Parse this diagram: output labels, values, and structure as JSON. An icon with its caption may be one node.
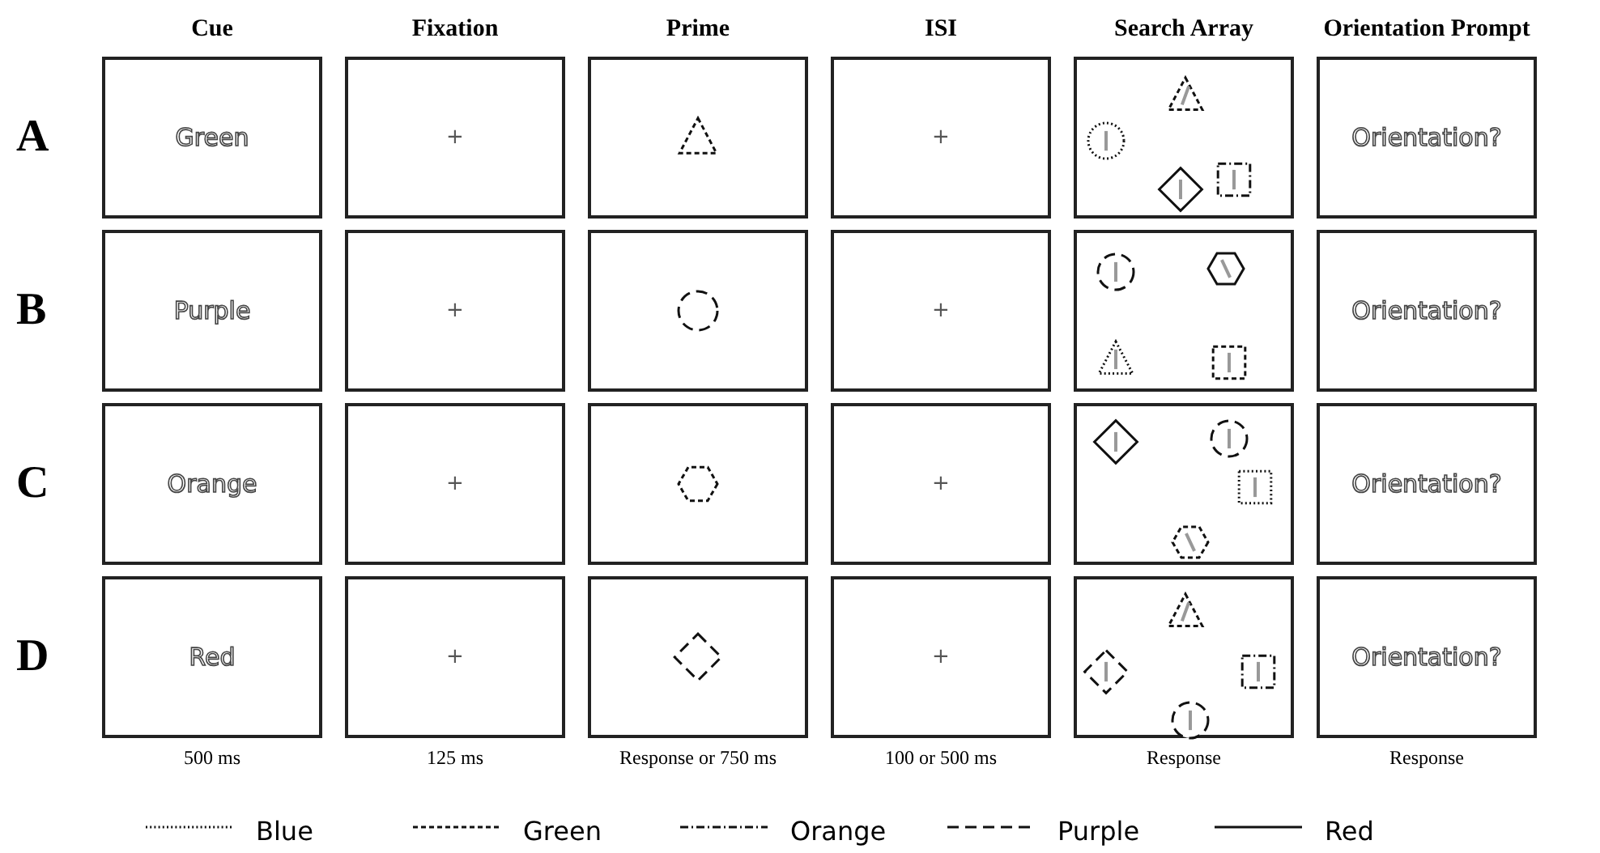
{
  "diagram": {
    "nodes": [
      {
        "text": [
          "Green"
        ]
      },
      {
        "text": [
          "+"
        ]
      },
      {
        "text": [],
        "shape": "box"
      },
      {
        "text": [
          "+"
        ]
      },
      {
        "text": [],
        "shape": "box"
      },
      {
        "text": [
          "Orientation?"
        ]
      },
      {
        "text": [
          "Purple"
        ]
      },
      {
        "text": [
          "+"
        ]
      },
      {
        "text": [],
        "shape": "box"
      },
      {
        "text": [
          "+"
        ]
      },
      {
        "text": [],
        "shape": "box"
      },
      {
        "text": [
          "Orientation?"
        ]
      },
      {
        "text": [
          "Orange"
        ]
      },
      {
        "text": [
          "+"
        ]
      },
      {
        "text": [],
        "shape": "box"
      },
      {
        "text": [
          "+"
        ]
      },
      {
        "text": [],
        "shape": "box"
      },
      {
        "text": [
          "Orientation?"
        ]
      },
      {
        "text": [
          "Red"
        ]
      },
      {
        "text": [
          "+"
        ]
      },
      {
        "text": [],
        "shape": "box"
      },
      {
        "text": [
          "+"
        ]
      },
      {
        "text": [],
        "shape": "box"
      },
      {
        "text": [
          "Orientation?"
        ]
      }
    ],
    "labels": [
      "Cue",
      "Fixation",
      "Prime",
      "ISI",
      "Search Array",
      "Orientation Prompt",
      "A",
      "B",
      "C",
      "D",
      "500 ms",
      "125 ms",
      "Response or 750 ms",
      "100 or 500 ms",
      "Response",
      "Response"
    ],
    "legend": [
      {
        "text": "Blue"
      },
      {
        "text": "Green"
      },
      {
        "text": "Orange"
      },
      {
        "text": "Purple"
      },
      {
        "text": "Red"
      }
    ]
  }
}
